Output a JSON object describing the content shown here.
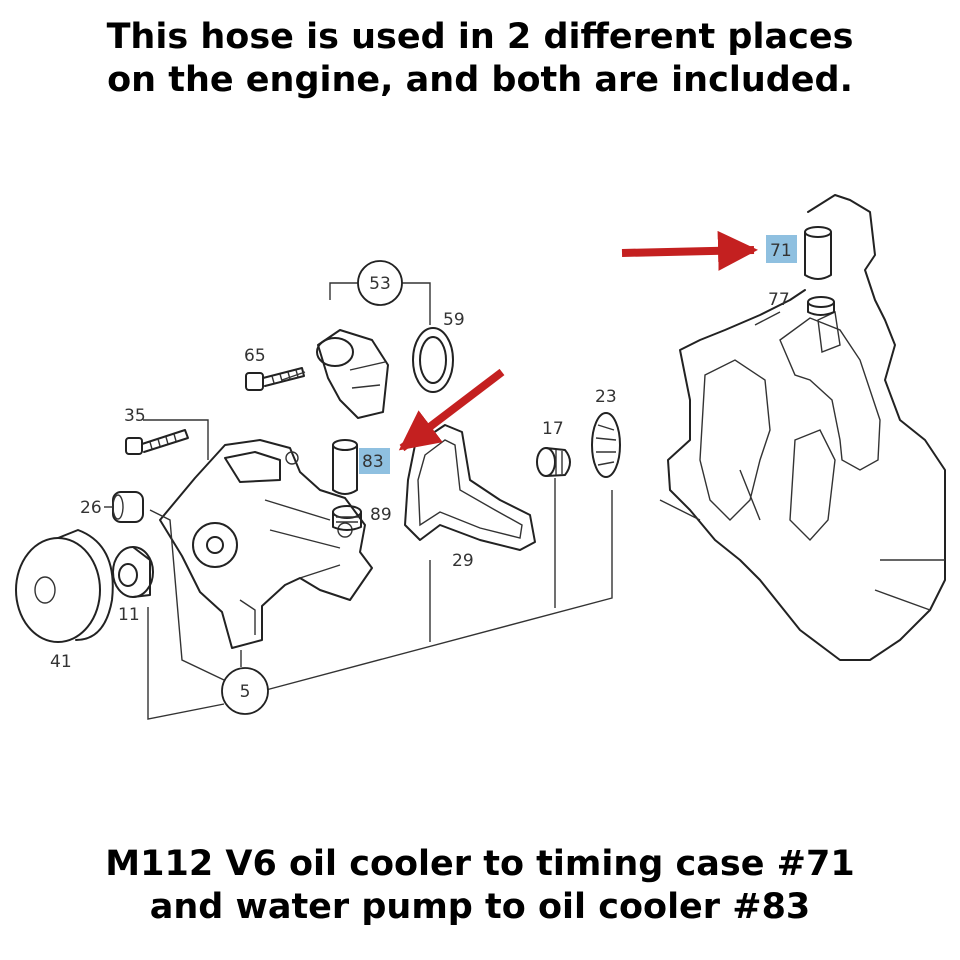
{
  "captions": {
    "top": [
      "This hose is used in 2 different places",
      "on the engine, and both are included."
    ],
    "bottom": [
      "M112 V6 oil cooler to timing case #71",
      "and water pump to oil cooler #83"
    ]
  },
  "part_labels": {
    "p53": "53",
    "p59": "59",
    "p65": "65",
    "p35": "35",
    "p83": "83",
    "p89": "89",
    "p17": "17",
    "p23": "23",
    "p26": "26",
    "p29": "29",
    "p11": "11",
    "p41": "41",
    "p5": "5",
    "p71": "71",
    "p77": "77"
  },
  "colors": {
    "arrow": "#c42020",
    "highlight": "#8fc0e0",
    "line_art": "#222222"
  }
}
